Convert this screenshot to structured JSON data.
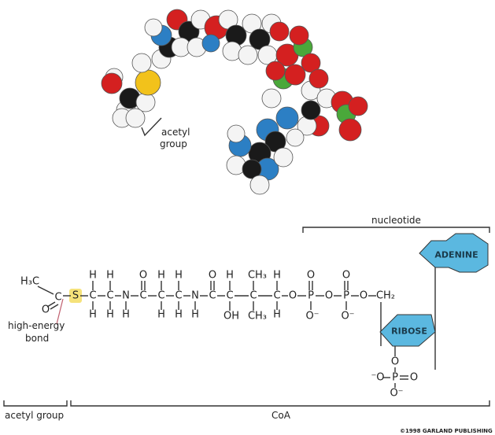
{
  "title": "Acetyl CoA",
  "labels": {
    "acetyl_group_model": "acetyl",
    "acetyl_group_model2": "group",
    "high_energy": "high-energy",
    "high_energy2": "bond",
    "nucleotide": "nucleotide",
    "acetyl_group": "acetyl group",
    "coa": "CoA",
    "adenine": "ADENINE",
    "ribose": "RIBOSE",
    "copyright": "©1998 GARLAND PUBLISHING"
  },
  "atoms": [
    "H₃C",
    "C",
    "O",
    "S",
    "C",
    "C",
    "N",
    "C",
    "C",
    "C",
    "N",
    "C",
    "C",
    "C",
    "C",
    "O",
    "P",
    "O",
    "P",
    "O",
    "CH₂",
    "H",
    "H",
    "O",
    "H",
    "H",
    "O",
    "H",
    "CH₃",
    "H",
    "O",
    "O",
    "H",
    "H",
    "H",
    "H",
    "H",
    "H",
    "OH",
    "CH₃",
    "H",
    "O⁻",
    "O⁻",
    "O",
    "P",
    "⁻O",
    "O",
    "O⁻"
  ],
  "colors": {
    "sulfur_highlight": "#f5e27a",
    "shape_fill": "#5bb8e0",
    "carbon": "#1a1a1a",
    "oxygen": "#d42020",
    "hydrogen": "#f4f4f4",
    "nitrogen": "#2c7fc4",
    "sulfur": "#f2c21b",
    "phosphorus": "#4aa83a"
  }
}
